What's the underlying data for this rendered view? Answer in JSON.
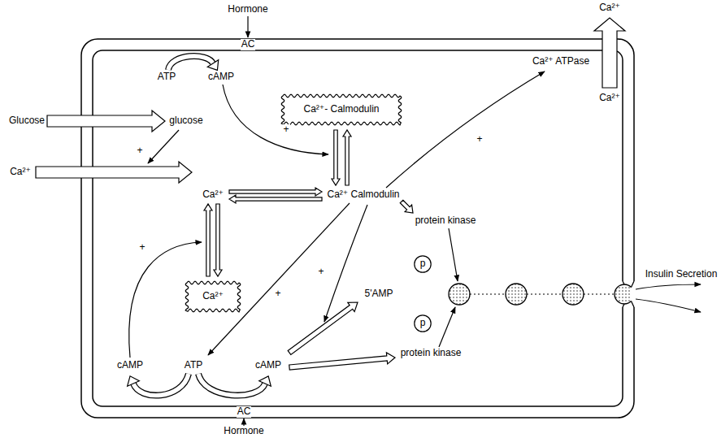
{
  "diagram": {
    "nodes": [
      {
        "text": [
          "Ca²⁺- Calmodulin"
        ]
      },
      {
        "text": [
          "Ca²⁺"
        ]
      },
      {
        "text": [
          "p"
        ]
      },
      {
        "text": [
          "p"
        ]
      }
    ],
    "labels": [
      "Hormone",
      "AC",
      "Ca²⁺",
      "Ca²⁺ ATPase",
      "Ca²⁺",
      "ATP",
      "cAMP",
      "Glucose",
      "glucose",
      "+",
      "Ca²⁺",
      "Ca²⁺",
      "+",
      "Ca²⁺ Calmodulin",
      "+",
      "protein kinase",
      "+",
      "+",
      "5'AMP",
      "+",
      "cAMP",
      "ATP",
      "cAMP",
      "protein kinase",
      "Insulin Secretion",
      "AC",
      "Hormone"
    ]
  }
}
